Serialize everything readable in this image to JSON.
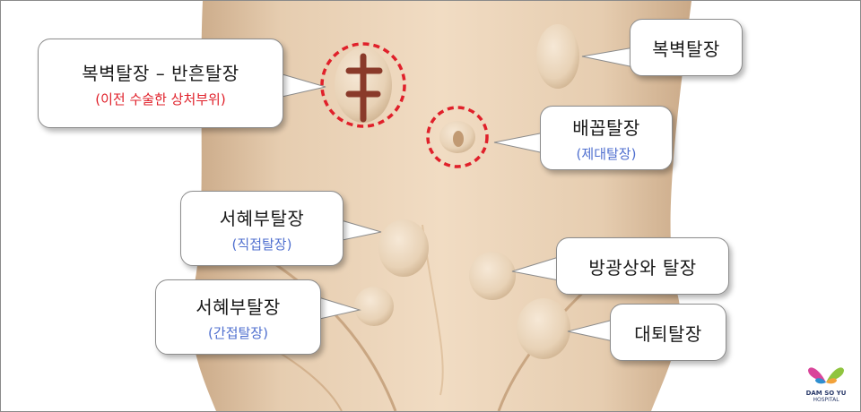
{
  "labels": {
    "incisional": {
      "title": "복벽탈장 – 반흔탈장",
      "note": "(이전 수술한 상처부위)"
    },
    "ventral": {
      "title": "복벽탈장"
    },
    "umbilical": {
      "title": "배꼽탈장",
      "note": "(제대탈장)"
    },
    "inguinal_direct": {
      "title": "서혜부탈장",
      "note": "(직접탈장)"
    },
    "inguinal_indirect": {
      "title": "서혜부탈장",
      "note": "(간접탈장)"
    },
    "bladder": {
      "title": "방광상와 탈장"
    },
    "femoral": {
      "title": "대퇴탈장"
    }
  },
  "logo": {
    "name": "DAM SO YU",
    "sub": "HOSPITAL"
  },
  "colors": {
    "skin": "#e9d2b6",
    "scar": "#8a3a2a",
    "highlight_ring": "#e0202a",
    "note_red": "#e0202a",
    "note_blue": "#4f6fcf"
  }
}
